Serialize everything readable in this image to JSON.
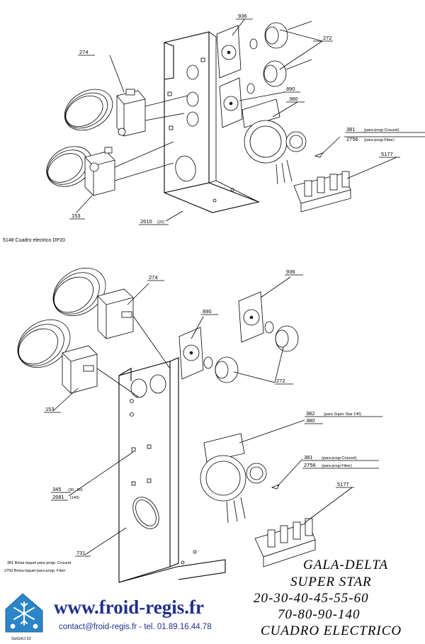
{
  "top_assembly": {
    "caption": "5148 Cuadro electrico DP20",
    "labels": {
      "p936": "936",
      "p272": "272",
      "p274": "274",
      "p890": "890",
      "p380": "380",
      "p381": "381",
      "p381_note": "(para progr.Crouzet)",
      "p2756": "2756",
      "p2756_note": "(para progr.Fiber)",
      "p5177": "5177",
      "p153": "153",
      "p2610": "2610",
      "p2610_note": "(20)"
    }
  },
  "bottom_assembly": {
    "labels": {
      "p274": "274",
      "p936": "936",
      "p890": "890",
      "p272": "272",
      "p153": "153",
      "p382": "382",
      "p382_note": "(para Super Star 140)",
      "p380": "380",
      "p381": "381",
      "p381_note": "(para progr.Crouzet)",
      "p2756": "2756",
      "p2756_note": "(para progr.Fiber)",
      "p5177": "5177",
      "p345": "345",
      "p345_note": "(30...90)",
      "p2681": "2681",
      "p2681_note": "(140)",
      "p731": "731"
    },
    "notes": [
      "381 Bolsa taquet para progr. Crouzet",
      "2756 Bolsa taquet para progr. Fiber"
    ]
  },
  "title_block": {
    "line1": "GALA-DELTA",
    "line2": "SUPER STAR",
    "line3": "20-30-40-45-55-60",
    "line4": "70-80-90-140",
    "line5": "CUADRO ELECTRICO"
  },
  "footer": {
    "website": "www.froid-regis.fr",
    "contact": "contact@froid-regis.fr - tel. 01.89.16.44.78",
    "logo_code": "Sa\\Gd\\J-22",
    "logo_icon": "snowflake-icon",
    "brand_color": "#1f2f8c"
  }
}
